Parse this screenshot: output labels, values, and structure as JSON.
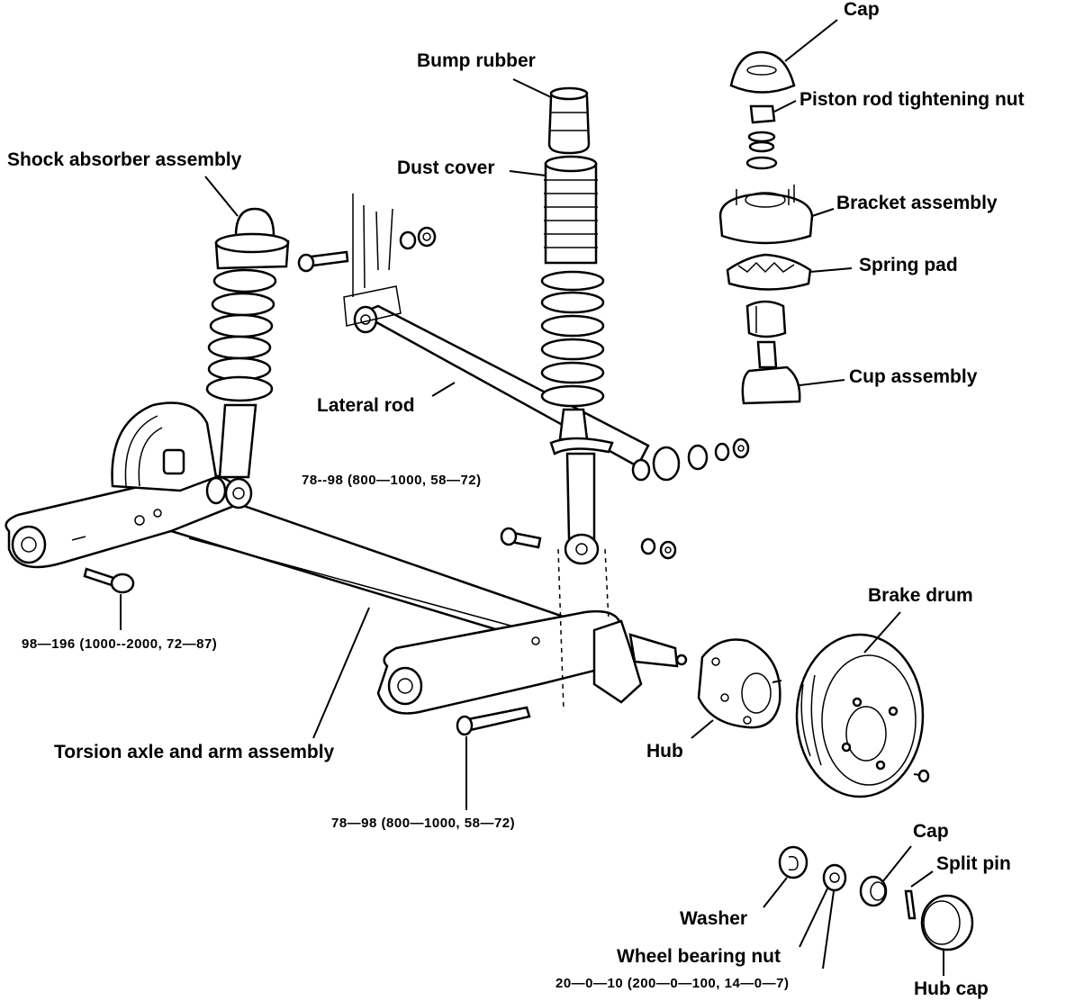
{
  "labels": {
    "cap_top": "Cap",
    "bump_rubber": "Bump rubber",
    "piston_rod_nut": "Piston rod tightening nut",
    "shock_absorber": "Shock absorber assembly",
    "dust_cover": "Dust cover",
    "bracket_assembly": "Bracket assembly",
    "spring_pad": "Spring pad",
    "cup_assembly": "Cup assembly",
    "lateral_rod": "Lateral rod",
    "brake_drum": "Brake drum",
    "hub": "Hub",
    "torsion_axle": "Torsion axle and arm assembly",
    "cap_small": "Cap",
    "split_pin": "Split pin",
    "washer": "Washer",
    "wheel_bearing_nut": "Wheel bearing nut",
    "hub_cap": "Hub cap"
  },
  "torques": {
    "lateral_bolt": "78--98 (800—1000, 58—72)",
    "arm_bolt": "98—196 (1000--2000, 72—87)",
    "lower_bolt": "78—98 (800—1000, 58—72)",
    "bearing_nut": "20—0—10 (200—0—100, 14—0—7)"
  }
}
